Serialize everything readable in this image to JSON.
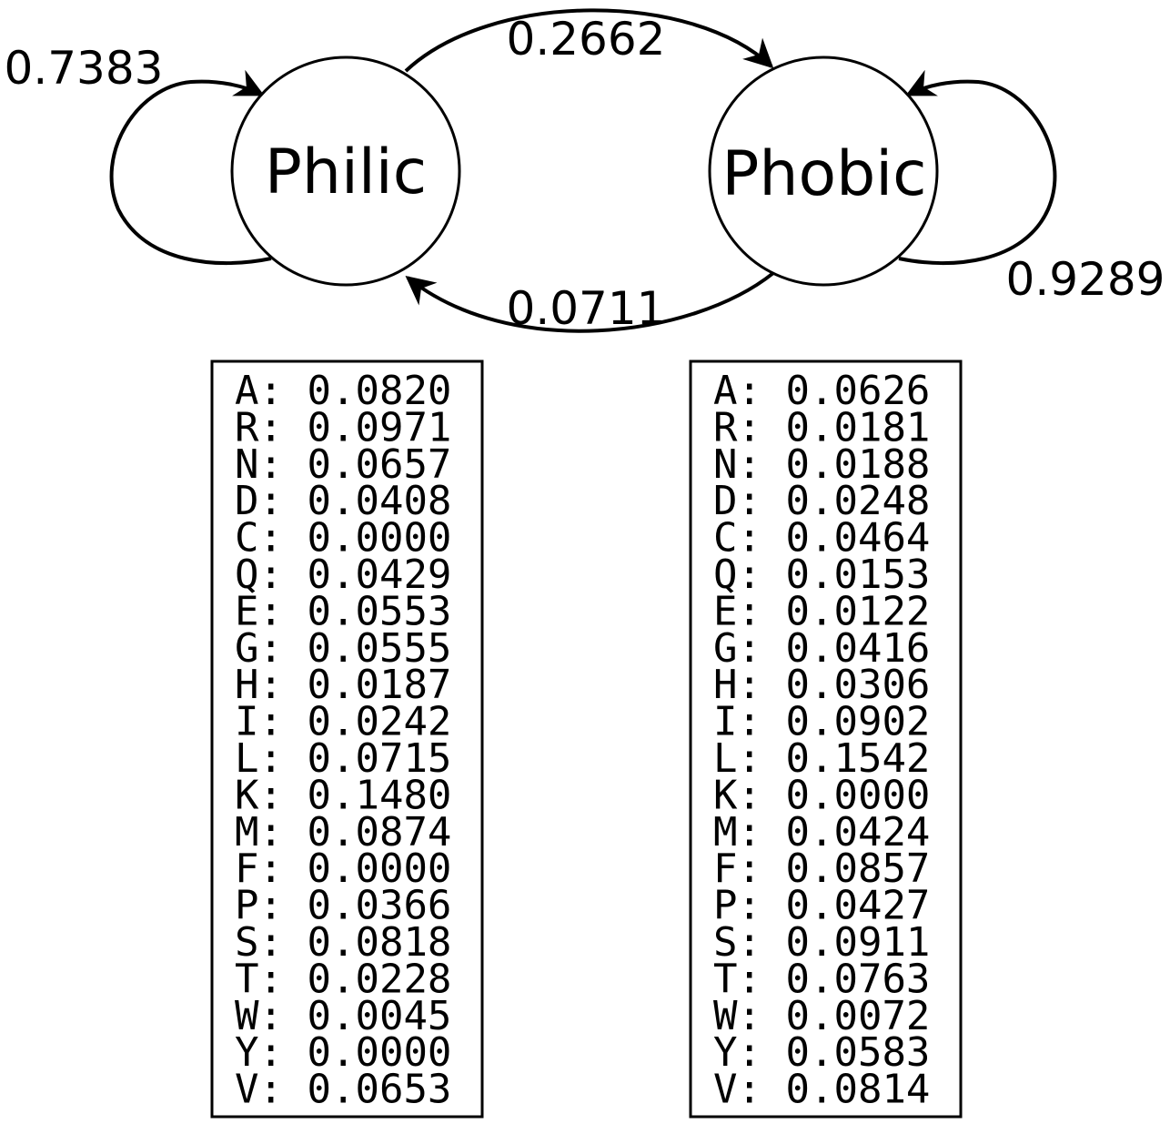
{
  "states": [
    {
      "id": "philic",
      "label": "Philic",
      "emissions": [
        {
          "symbol": "A",
          "value": "0.0820"
        },
        {
          "symbol": "R",
          "value": "0.0971"
        },
        {
          "symbol": "N",
          "value": "0.0657"
        },
        {
          "symbol": "D",
          "value": "0.0408"
        },
        {
          "symbol": "C",
          "value": "0.0000"
        },
        {
          "symbol": "Q",
          "value": "0.0429"
        },
        {
          "symbol": "E",
          "value": "0.0553"
        },
        {
          "symbol": "G",
          "value": "0.0555"
        },
        {
          "symbol": "H",
          "value": "0.0187"
        },
        {
          "symbol": "I",
          "value": "0.0242"
        },
        {
          "symbol": "L",
          "value": "0.0715"
        },
        {
          "symbol": "K",
          "value": "0.1480"
        },
        {
          "symbol": "M",
          "value": "0.0874"
        },
        {
          "symbol": "F",
          "value": "0.0000"
        },
        {
          "symbol": "P",
          "value": "0.0366"
        },
        {
          "symbol": "S",
          "value": "0.0818"
        },
        {
          "symbol": "T",
          "value": "0.0228"
        },
        {
          "symbol": "W",
          "value": "0.0045"
        },
        {
          "symbol": "Y",
          "value": "0.0000"
        },
        {
          "symbol": "V",
          "value": "0.0653"
        }
      ]
    },
    {
      "id": "phobic",
      "label": "Phobic",
      "emissions": [
        {
          "symbol": "A",
          "value": "0.0626"
        },
        {
          "symbol": "R",
          "value": "0.0181"
        },
        {
          "symbol": "N",
          "value": "0.0188"
        },
        {
          "symbol": "D",
          "value": "0.0248"
        },
        {
          "symbol": "C",
          "value": "0.0464"
        },
        {
          "symbol": "Q",
          "value": "0.0153"
        },
        {
          "symbol": "E",
          "value": "0.0122"
        },
        {
          "symbol": "G",
          "value": "0.0416"
        },
        {
          "symbol": "H",
          "value": "0.0306"
        },
        {
          "symbol": "I",
          "value": "0.0902"
        },
        {
          "symbol": "L",
          "value": "0.1542"
        },
        {
          "symbol": "K",
          "value": "0.0000"
        },
        {
          "symbol": "M",
          "value": "0.0424"
        },
        {
          "symbol": "F",
          "value": "0.0857"
        },
        {
          "symbol": "P",
          "value": "0.0427"
        },
        {
          "symbol": "S",
          "value": "0.0911"
        },
        {
          "symbol": "T",
          "value": "0.0763"
        },
        {
          "symbol": "W",
          "value": "0.0072"
        },
        {
          "symbol": "Y",
          "value": "0.0583"
        },
        {
          "symbol": "V",
          "value": "0.0814"
        }
      ]
    }
  ],
  "transitions": {
    "philic_to_philic": "0.7383",
    "philic_to_phobic": "0.2662",
    "phobic_to_philic": "0.0711",
    "phobic_to_phobic": "0.9289"
  }
}
